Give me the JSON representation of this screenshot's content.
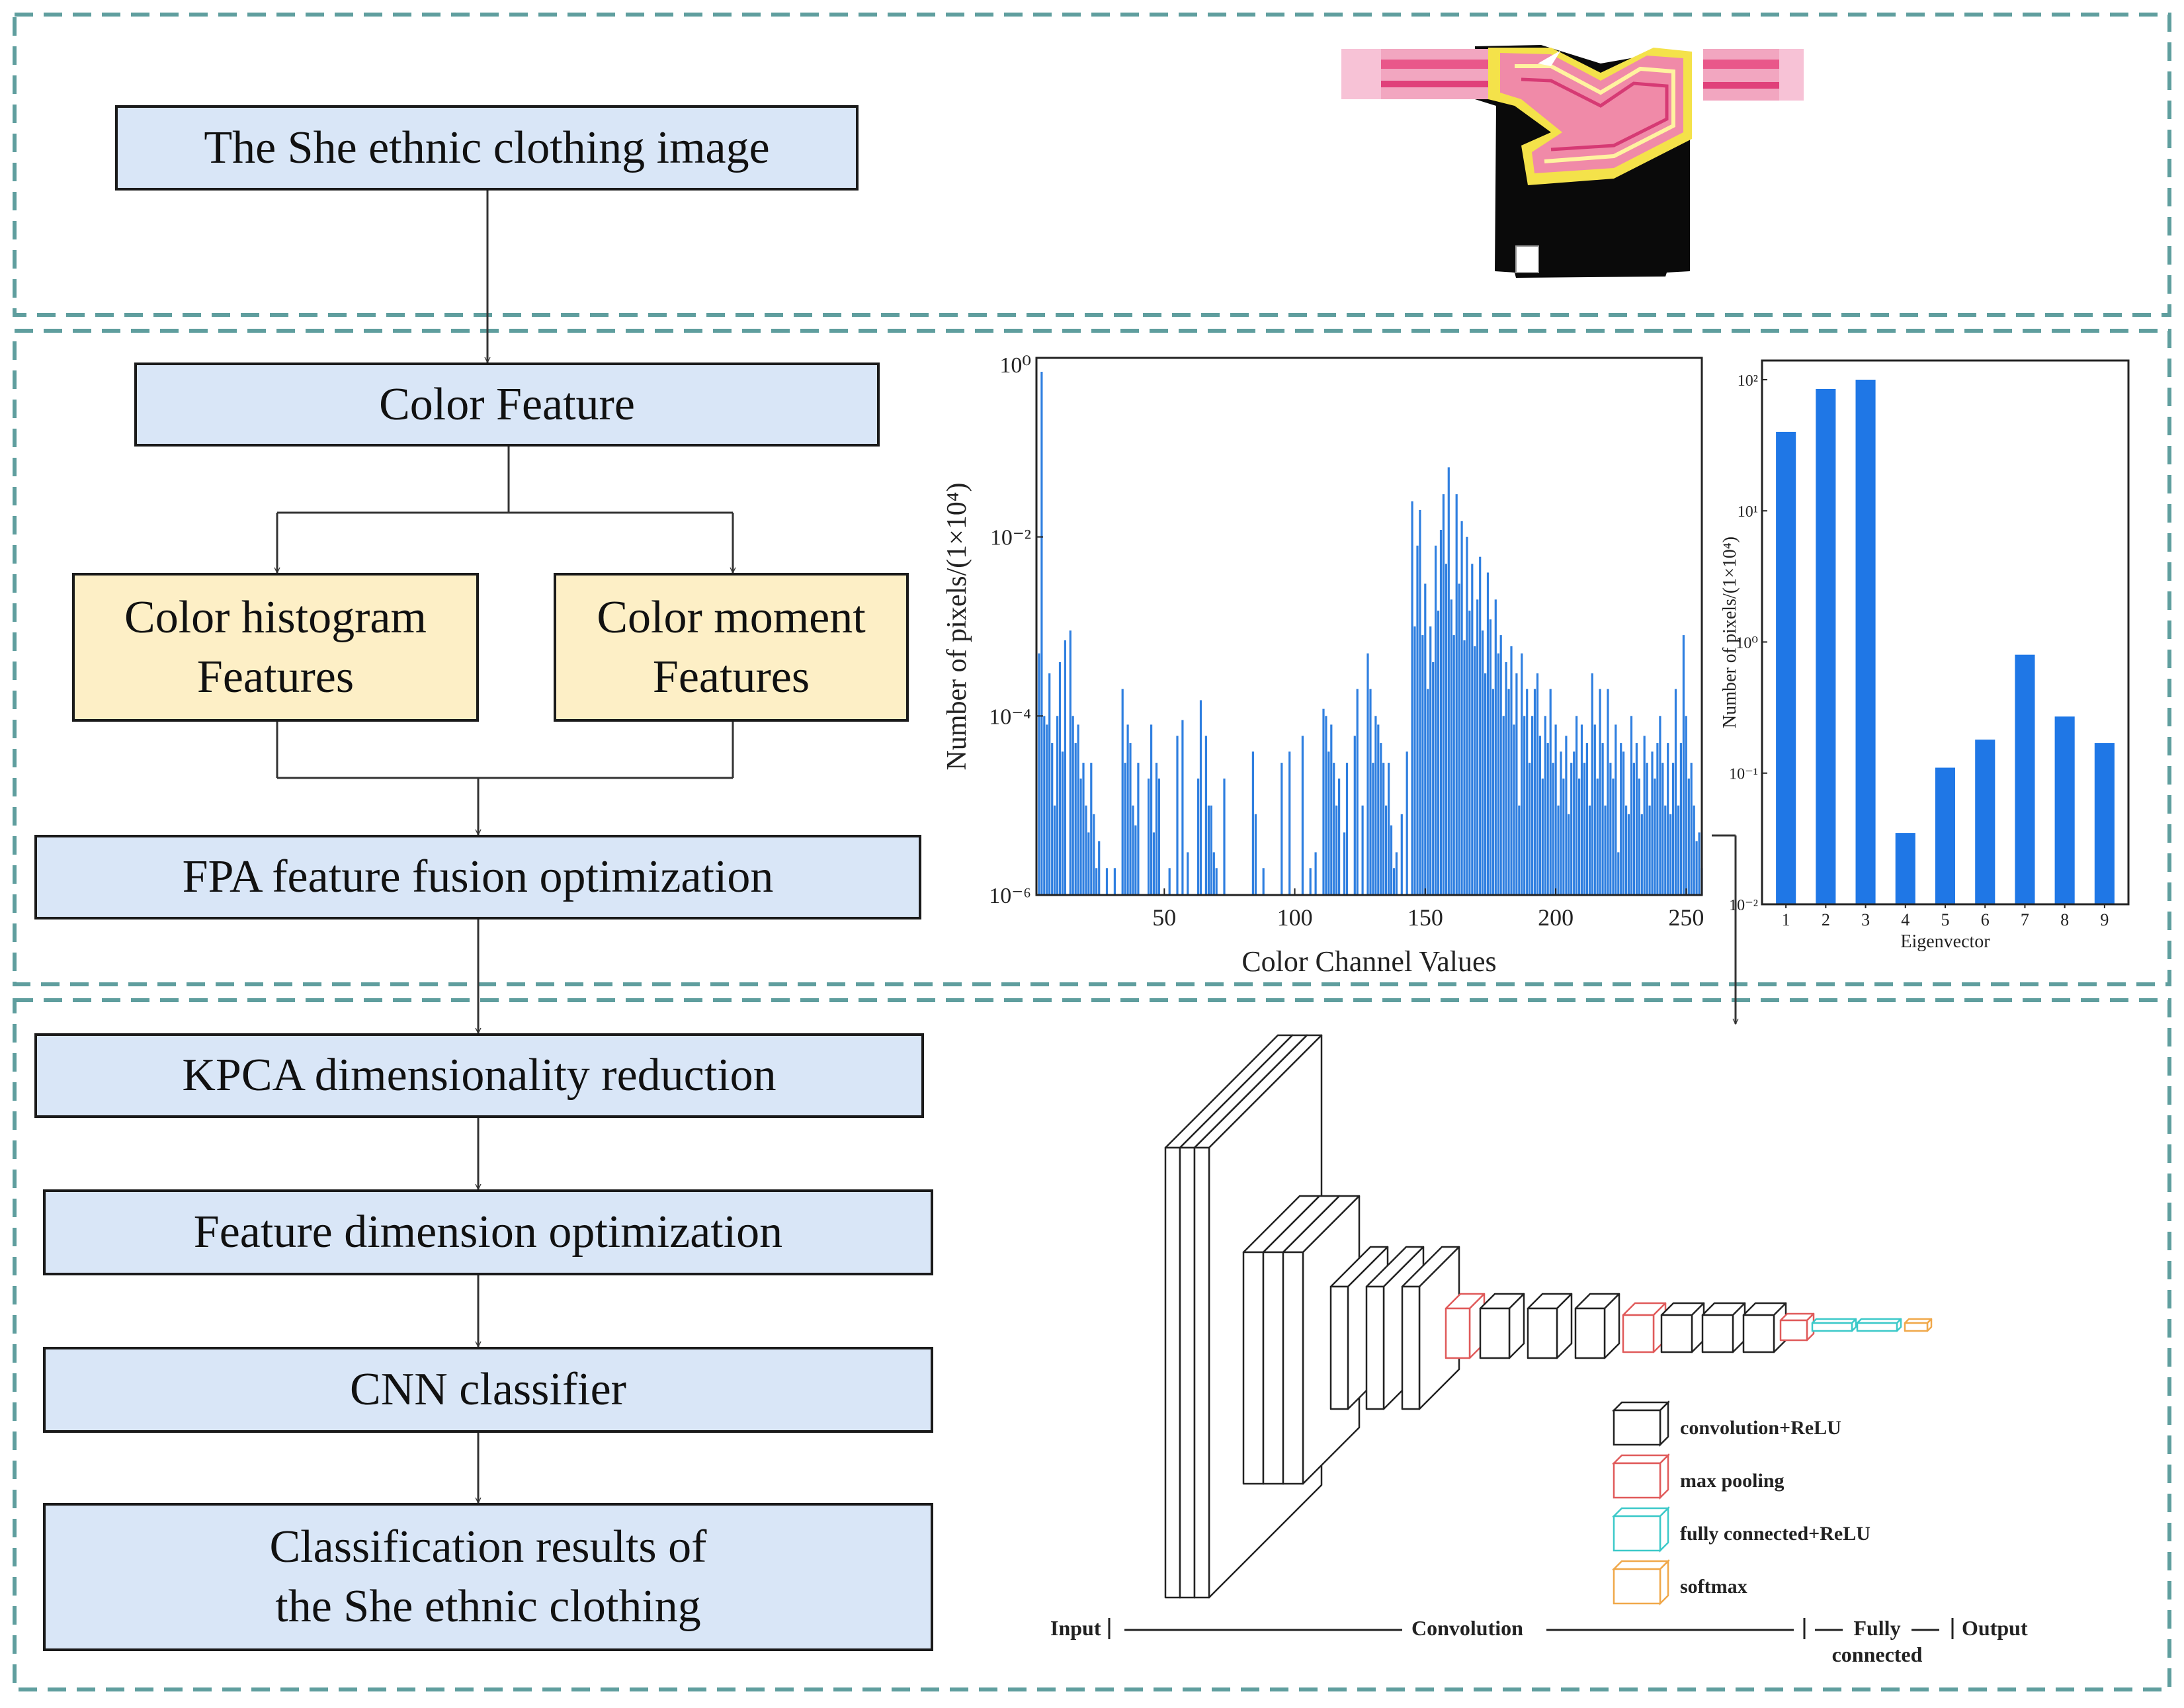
{
  "flow": {
    "input_label": "The She ethnic clothing image",
    "color_feature_label": "Color Feature",
    "histogram_label": [
      "Color histogram",
      "Features"
    ],
    "moment_label": [
      "Color moment",
      "Features"
    ],
    "fpa_label": "FPA feature fusion optimization",
    "kpca_label": "KPCA dimensionality reduction",
    "dim_opt_label": "Feature dimension optimization",
    "cnn_label": "CNN classifier",
    "result_label": [
      "Classification results of",
      "the She ethnic clothing"
    ]
  },
  "clothing_image": {
    "icon": "garment-icon",
    "colors": {
      "body": "#0a0a0a",
      "embroidery": "#f08aa8",
      "trim": "#f4e24a",
      "sleeve": "#f2a6c0"
    }
  },
  "chart_data": [
    {
      "type": "bar",
      "title": "",
      "xlabel": "Color Channel Values",
      "ylabel": "Number of pixels/(1×10⁴)",
      "yscale": "log",
      "xlim": [
        1,
        256
      ],
      "ylim": [
        1e-06,
        1
      ],
      "xticks": [
        "50",
        "100",
        "150",
        "200",
        "250"
      ],
      "yticks": [
        "10⁰",
        "10⁻²",
        "10⁻⁴",
        "10⁻⁶"
      ],
      "bar_color": "#2f7fe0",
      "series": [
        {
          "x": [
            2,
            3,
            4,
            5,
            6,
            7,
            8,
            9,
            10,
            11,
            12,
            14,
            15,
            16,
            17,
            18,
            19,
            20,
            21,
            22,
            23,
            24,
            25,
            28,
            29,
            31,
            34,
            35,
            36,
            37,
            38,
            39,
            40,
            43,
            44,
            45,
            46,
            47,
            48,
            52,
            53,
            55,
            57,
            59,
            62,
            63,
            64,
            66,
            67,
            68,
            69,
            70,
            73,
            76,
            78,
            81,
            84,
            85,
            88,
            89,
            92,
            93,
            95,
            98,
            99,
            101,
            103,
            106,
            108,
            110,
            111,
            112,
            113,
            114,
            115,
            116,
            117,
            119,
            120,
            121,
            123,
            124,
            126,
            128,
            129,
            130,
            131,
            132,
            133,
            134,
            135,
            136,
            137,
            138,
            139,
            141,
            143,
            145,
            146,
            147,
            148,
            149,
            150,
            151,
            152,
            153,
            154,
            155,
            156,
            157,
            158,
            159,
            160,
            161,
            162,
            163,
            164,
            165,
            166,
            167,
            168,
            169,
            170,
            171,
            172,
            173,
            174,
            175,
            176,
            177,
            178,
            179,
            180,
            181,
            182,
            183,
            184,
            185,
            186,
            187,
            188,
            189,
            190,
            191,
            192,
            193,
            194,
            195,
            196,
            197,
            198,
            199,
            200,
            201,
            202,
            203,
            204,
            205,
            206,
            207,
            208,
            209,
            210,
            211,
            212,
            213,
            214,
            215,
            216,
            217,
            218,
            219,
            220,
            221,
            222,
            223,
            224,
            225,
            226,
            227,
            228,
            229,
            230,
            231,
            232,
            233,
            234,
            235,
            236,
            237,
            238,
            239,
            240,
            241,
            242,
            243,
            244,
            245,
            246,
            247,
            248,
            249,
            250,
            251,
            252,
            253,
            254,
            255,
            256
          ],
          "values": [
            0.0005,
            0.7,
            0.0001,
            8e-05,
            0.0003,
            5e-05,
            1e-05,
            0.0001,
            0.0004,
            4e-05,
            0.0007,
            0.0009,
            0.0001,
            5e-05,
            8e-05,
            2e-05,
            3e-05,
            1e-05,
            5e-06,
            3e-05,
            8e-06,
            2e-06,
            4e-06,
            2e-06,
            1e-06,
            2e-06,
            0.0002,
            3e-05,
            8e-05,
            5e-05,
            1e-05,
            6e-06,
            3e-05,
            1e-06,
            2e-05,
            8e-05,
            5e-06,
            3e-05,
            2e-05,
            2e-06,
            1e-06,
            6e-05,
            9e-05,
            3e-06,
            1e-06,
            2e-05,
            0.00015,
            6e-05,
            1e-05,
            1e-05,
            3e-06,
            2e-06,
            2e-05,
            1e-06,
            1e-06,
            1e-06,
            4e-05,
            8e-06,
            2e-06,
            1e-06,
            1e-06,
            1e-06,
            3e-05,
            4e-05,
            1e-06,
            1e-06,
            6e-05,
            2e-06,
            3e-06,
            1e-06,
            0.00012,
            0.0001,
            4e-05,
            8e-05,
            3e-05,
            1e-05,
            2e-05,
            5e-06,
            3e-05,
            1e-06,
            6e-05,
            0.0002,
            1e-05,
            0.0005,
            0.0002,
            3e-05,
            0.0001,
            8e-05,
            5e-05,
            3e-05,
            1e-05,
            3e-05,
            6e-06,
            2e-06,
            3e-06,
            8e-06,
            4e-05,
            0.025,
            0.001,
            0.008,
            0.02,
            0.0008,
            0.003,
            0.0002,
            0.001,
            0.0004,
            0.008,
            0.0015,
            0.012,
            0.03,
            0.005,
            0.06,
            0.002,
            0.0008,
            0.03,
            0.003,
            0.015,
            0.0007,
            0.01,
            0.0015,
            0.005,
            0.0006,
            0.002,
            0.006,
            0.0009,
            0.0003,
            0.004,
            0.0012,
            0.0002,
            0.002,
            0.0005,
            0.0008,
            0.0001,
            0.0004,
            0.0002,
            0.0006,
            8e-05,
            0.0003,
            1e-05,
            0.0005,
            0.0001,
            0.0002,
            3e-05,
            0.0001,
            0.0002,
            0.0003,
            6e-05,
            2e-05,
            0.0001,
            5e-05,
            0.0002,
            3e-05,
            8e-05,
            1e-05,
            4e-05,
            2e-05,
            6e-05,
            8e-06,
            3e-05,
            4e-05,
            0.0001,
            2e-05,
            8e-05,
            3e-05,
            5e-05,
            1e-05,
            0.0003,
            8e-05,
            2e-05,
            0.0002,
            5e-05,
            1e-05,
            0.0002,
            3e-05,
            2e-05,
            8e-05,
            3e-06,
            5e-05,
            4e-05,
            1e-05,
            8e-06,
            0.0001,
            3e-05,
            5e-05,
            2e-05,
            8e-06,
            6e-05,
            3e-05,
            1e-05,
            4e-05,
            2e-05,
            5e-05,
            0.0001,
            3e-05,
            1e-05,
            5e-05,
            8e-06,
            3e-05,
            0.0002,
            1e-05,
            5e-05,
            0.0008,
            0.0001,
            2e-05,
            3e-05,
            1e-05,
            4e-06,
            5e-06,
            2e-06
          ]
        }
      ]
    },
    {
      "type": "bar",
      "title": "",
      "xlabel": "Eigenvector",
      "ylabel": "Number of pixels/(1×10⁴)",
      "yscale": "log",
      "ylim": [
        0.01,
        140
      ],
      "yticks": [
        "10²",
        "10¹",
        "10⁰",
        "10⁻¹",
        "10⁻²"
      ],
      "categories": [
        "1",
        "2",
        "3",
        "4",
        "5",
        "6",
        "7",
        "8",
        "9"
      ],
      "bar_color": "#1f77e6",
      "values": [
        40,
        85,
        100,
        0.035,
        0.11,
        0.18,
        0.8,
        0.27,
        0.17
      ]
    }
  ],
  "cnn": {
    "legend": [
      {
        "label": "convolution+ReLU",
        "color": "#222222"
      },
      {
        "label": "max pooling",
        "color": "#e05a5a"
      },
      {
        "label": "fully connected+ReLU",
        "color": "#3cc9c9"
      },
      {
        "label": "softmax",
        "color": "#f0a84a"
      }
    ],
    "stage_labels": {
      "input": "Input",
      "convolution": "Convolution",
      "fully": "Fully",
      "connected": "connected",
      "output": "Output"
    }
  },
  "panel_border_color": "#5f9e9e",
  "box_fill": "#d9e6f7",
  "feature_fill": "#fdefc6"
}
